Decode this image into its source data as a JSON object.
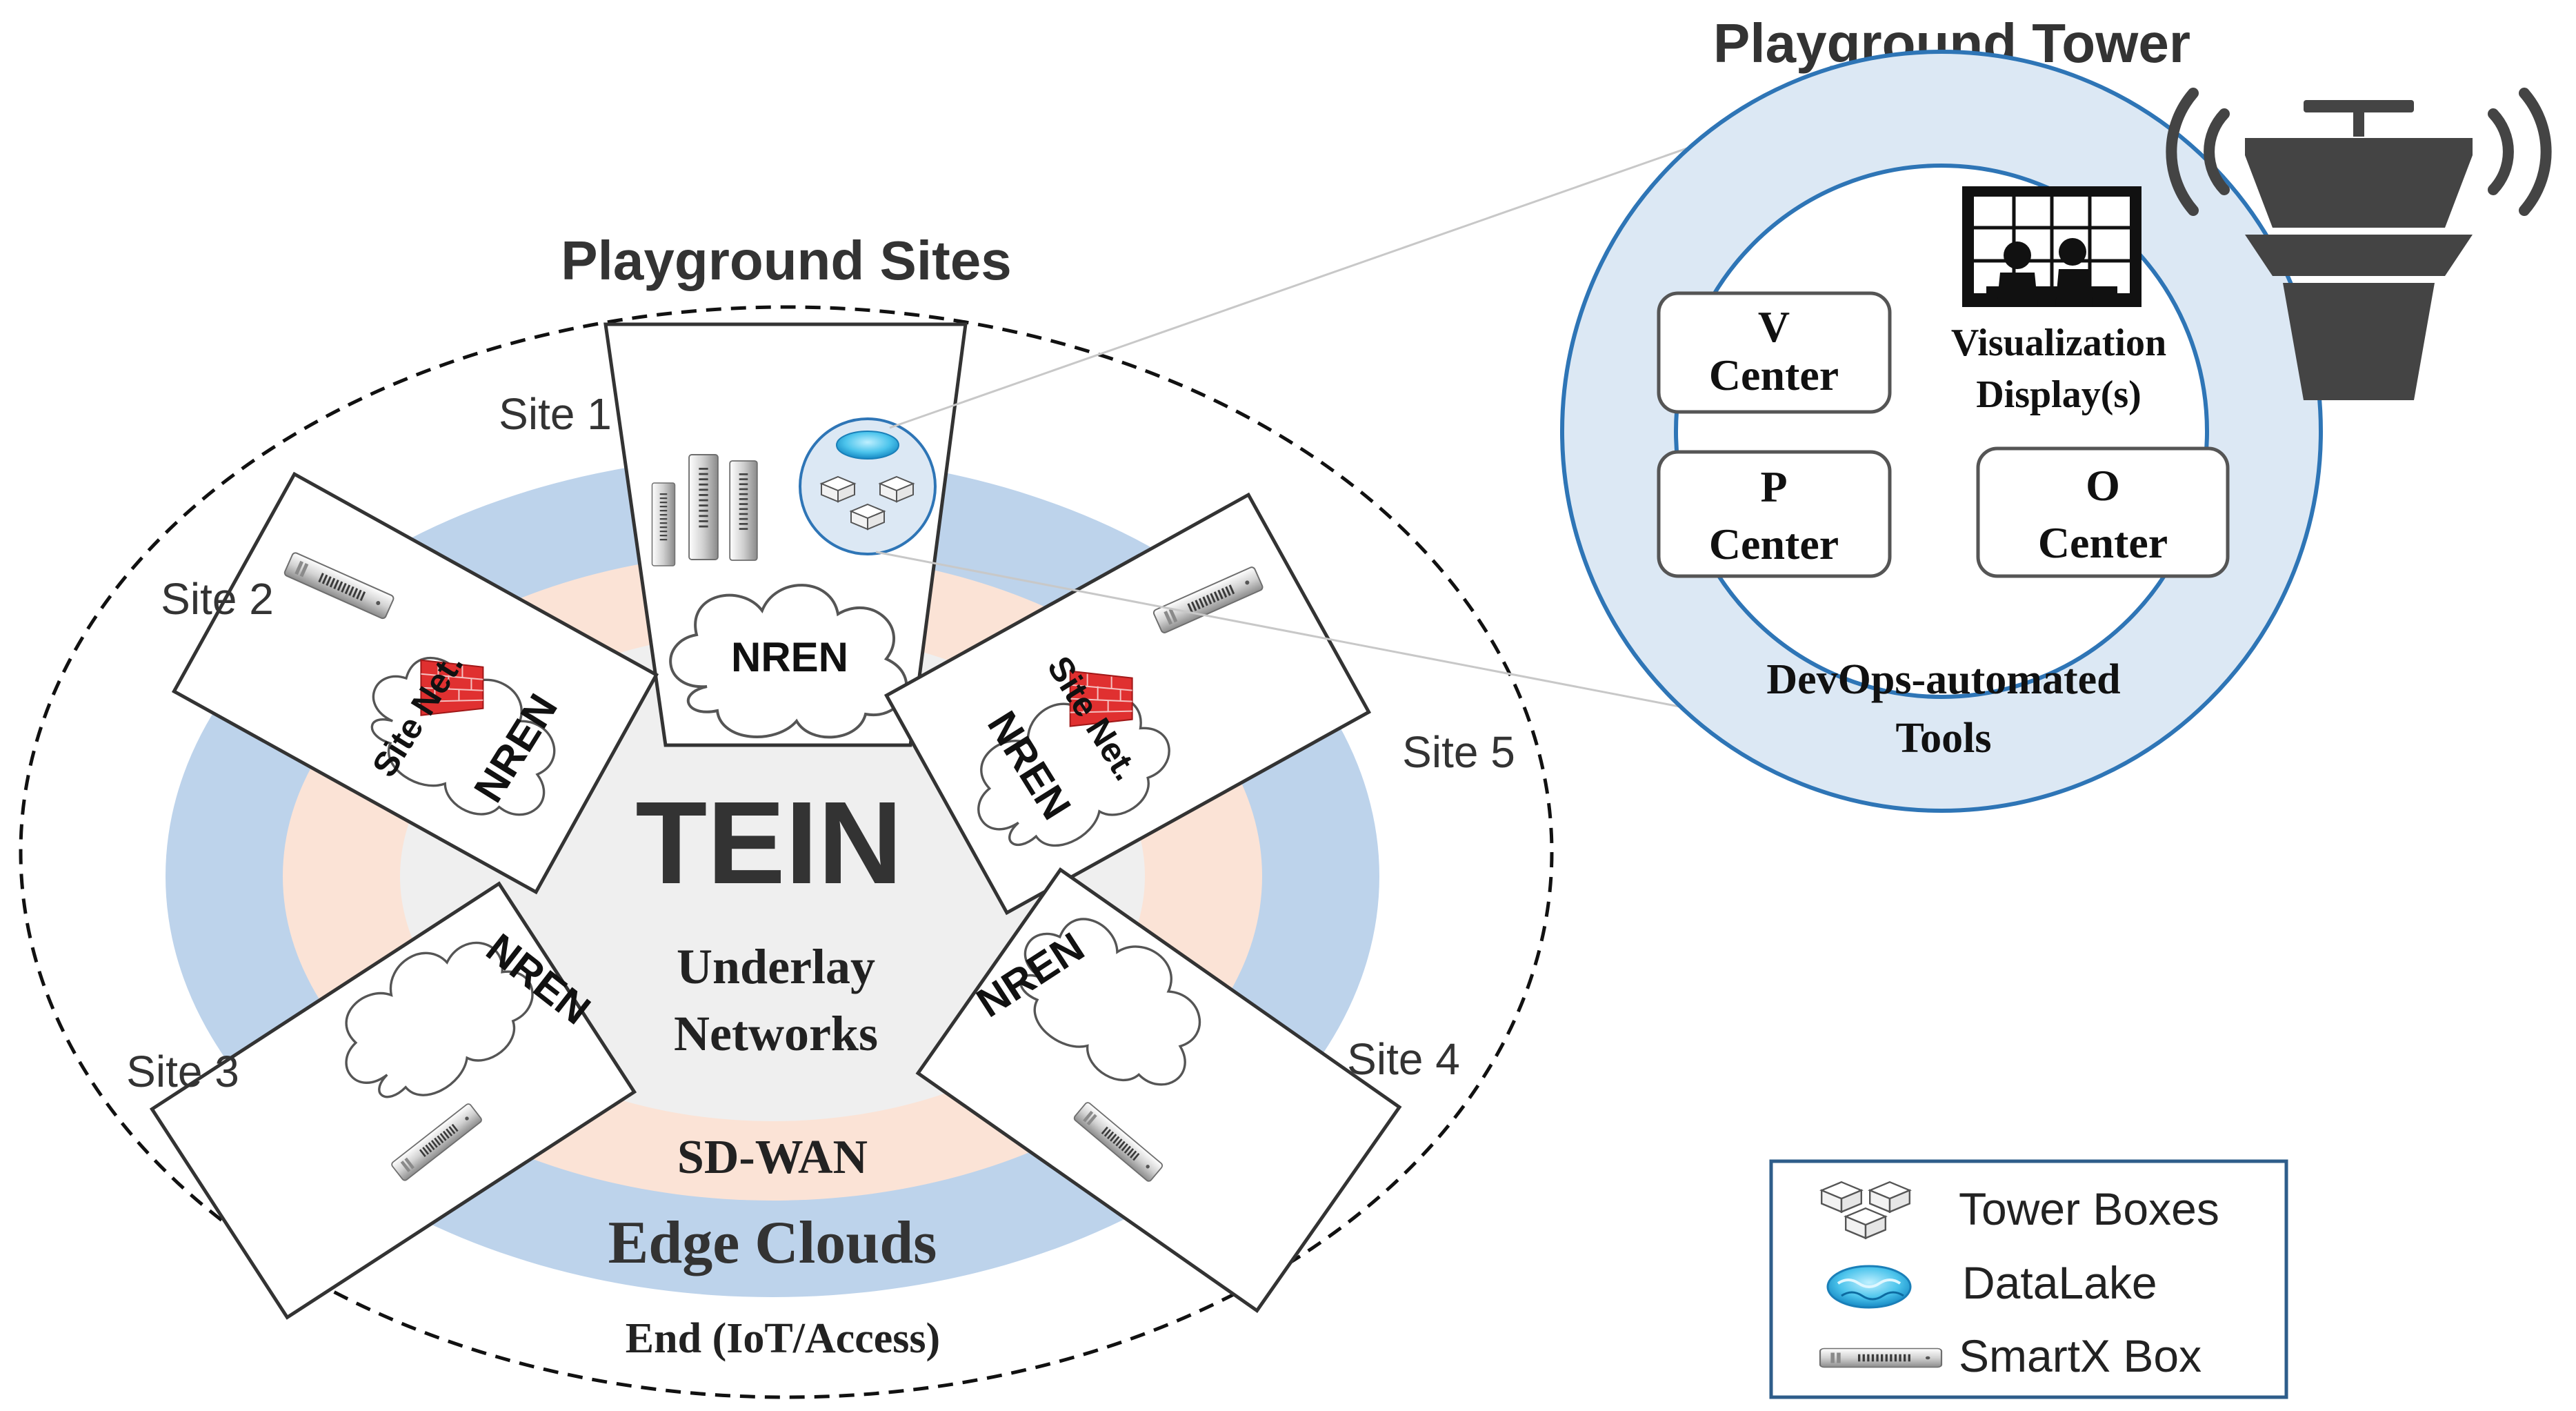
{
  "sites_title": "Playground Sites",
  "tower_title": "Playground Tower",
  "sites": [
    {
      "label": "Site 1",
      "cloud": "NREN"
    },
    {
      "label": "Site 2",
      "cloud": "NREN",
      "site_net": "Site Net."
    },
    {
      "label": "Site 3",
      "cloud": "NREN"
    },
    {
      "label": "Site 4",
      "cloud": "NREN"
    },
    {
      "label": "Site 5",
      "cloud": "NREN",
      "site_net": "Site Net."
    }
  ],
  "core": {
    "tein": "TEIN",
    "underlay_line1": "Underlay",
    "underlay_line2": "Networks",
    "sdwan": "SD-WAN",
    "edge": "Edge Clouds",
    "end": "End (IoT/Access)"
  },
  "tower": {
    "v_center_line1": "V",
    "v_center_line2": "Center",
    "p_center_line1": "P",
    "p_center_line2": "Center",
    "o_center_line1": "O",
    "o_center_line2": "Center",
    "visualization_line1": "Visualization",
    "visualization_line2": "Display(s)",
    "devops_line1": "DevOps-automated",
    "devops_line2": "Tools"
  },
  "legend": {
    "tower_boxes": "Tower Boxes",
    "datalake": "DataLake",
    "smartx": "SmartX Box"
  },
  "colors": {
    "edge_ring": "#bdd3eb",
    "sdwan_ring": "#fbe3d6",
    "core": "#efefef",
    "tower_fill": "#dce8f4",
    "tower_stroke": "#2e75b6",
    "firewall": "#d42b2b",
    "icon_dark": "#404040"
  }
}
